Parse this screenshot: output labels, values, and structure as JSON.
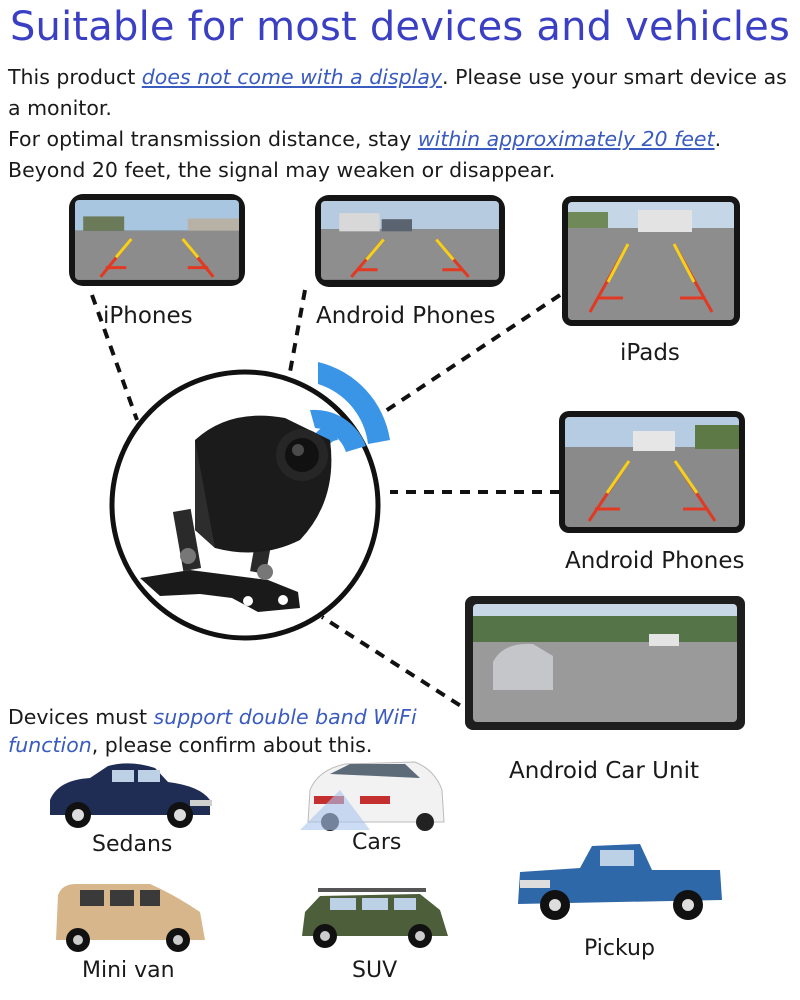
{
  "header": {
    "title": "Suitable for most devices and vehicles"
  },
  "intro": {
    "line1_pre": "This product ",
    "line1_link": "does not come with a display",
    "line1_post": ". Please use your smart device as a monitor.",
    "line2_pre": "For optimal transmission distance, stay ",
    "line2_link": "within approximately 20 feet",
    "line2_post": ".",
    "line3": "Beyond 20 feet, the signal may weaken or disappear."
  },
  "devices": {
    "iphones": "iPhones",
    "android_phones_top": "Android Phones",
    "ipads": "iPads",
    "android_phones_tablet": "Android Phones",
    "android_car_unit": "Android Car Unit"
  },
  "note": {
    "pre": "Devices must ",
    "highlight": "support double band WiFi function",
    "post": ", please confirm about this."
  },
  "vehicles": {
    "sedans": "Sedans",
    "cars": "Cars",
    "mini_van": "Mini van",
    "suv": "SUV",
    "pickup": "Pickup"
  },
  "colors": {
    "title": "#3a3fc4",
    "link": "#3a5bbf",
    "wifi": "#3b95e6"
  }
}
